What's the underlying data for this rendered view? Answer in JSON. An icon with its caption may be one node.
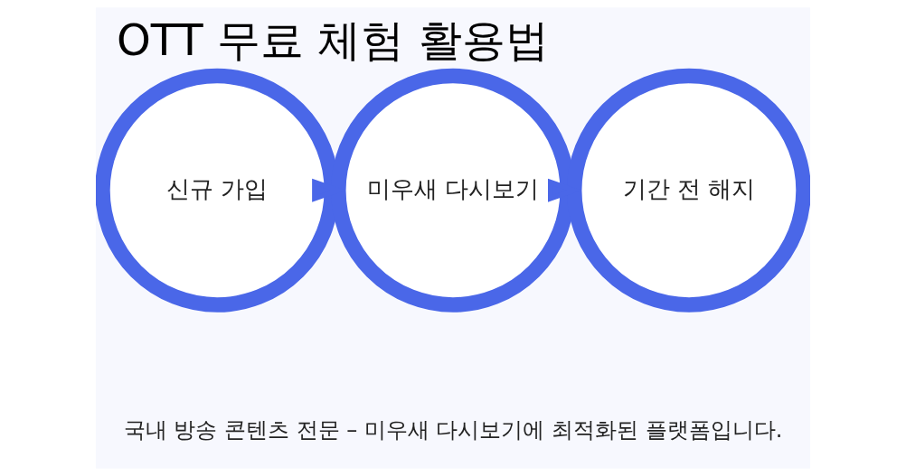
{
  "diagram": {
    "title": "OTT 무료 체험 활용법",
    "caption": "국내 방송 콘텐츠 전문 – 미우새 다시보기에 최적화된 플랫폼입니다.",
    "nodes": [
      {
        "text": [
          "신규 가입"
        ]
      },
      {
        "text": [
          "미우새 다시보기"
        ]
      },
      {
        "text": [
          "기간 전 해지"
        ]
      }
    ],
    "edges": [
      {
        "from": 0,
        "to": 1,
        "arrow": "to"
      },
      {
        "from": 1,
        "to": 2,
        "arrow": "to"
      }
    ]
  }
}
